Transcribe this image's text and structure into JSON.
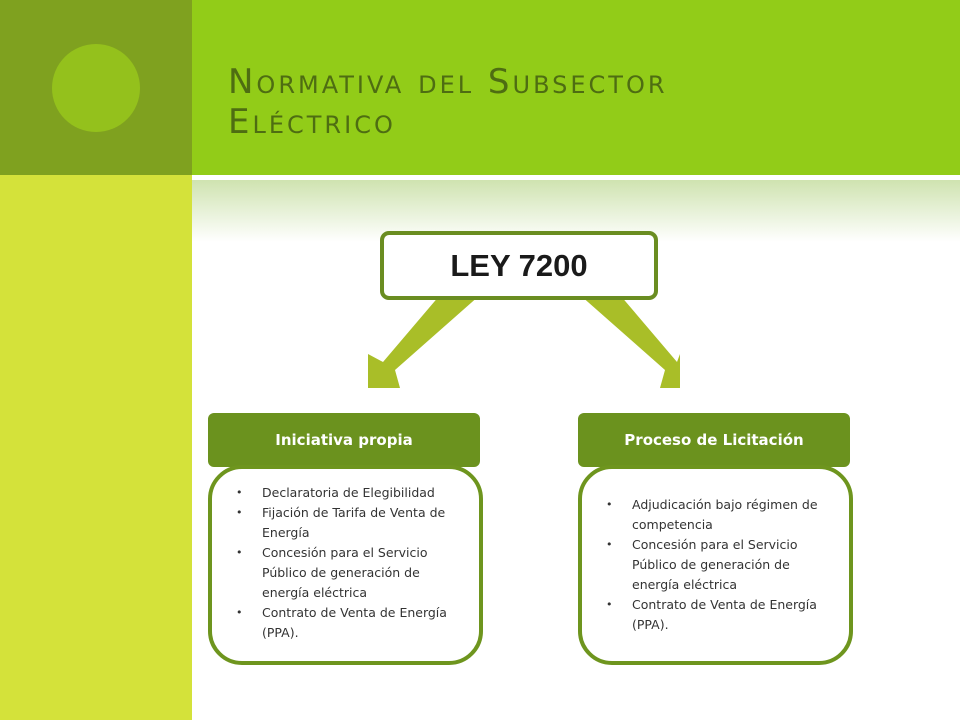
{
  "slide": {
    "title_line1": "Normativa del Subsector",
    "title_line2": "Eléctrico"
  },
  "law": {
    "label": "LEY 7200"
  },
  "branches": [
    {
      "header": "Iniciativa propia",
      "items": [
        "Declaratoria de Elegibilidad",
        "Fijación de Tarifa de Venta de Energía",
        "Concesión para el Servicio Público de generación de energía eléctrica",
        "Contrato de Venta de Energía (PPA)."
      ]
    },
    {
      "header": "Proceso de Licitación",
      "items": [
        "Adjudicación bajo régimen de competencia",
        "Concesión para el Servicio Público de generación de energía eléctrica",
        "Contrato de Venta de Energía (PPA)."
      ]
    }
  ],
  "colors": {
    "header_band": "#92cc18",
    "left_strip": "#d4e23a",
    "corner_block": "#7fa11f",
    "arrow": "#a9be28",
    "branch_header": "#6b921e",
    "title_text": "#4e6d12"
  }
}
